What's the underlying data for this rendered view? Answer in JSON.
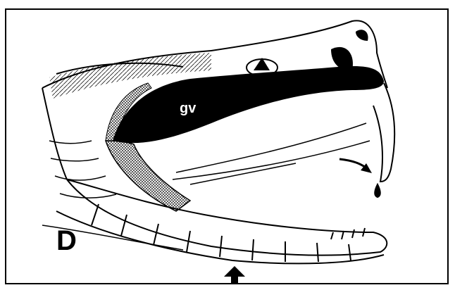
{
  "figure": {
    "panel_label": "D",
    "region_labels": {
      "gland": "gv"
    },
    "colors": {
      "line": "#000000",
      "background": "#ffffff",
      "gland_fill": "#000000",
      "label_on_dark": "#ffffff"
    },
    "indicators": [
      {
        "kind": "arrow",
        "icon": "curved-arrow-icon",
        "points_to": "fang-tip-drop"
      },
      {
        "kind": "arrow",
        "icon": "up-arrow-icon",
        "points_to": "lower-jaw"
      }
    ]
  }
}
